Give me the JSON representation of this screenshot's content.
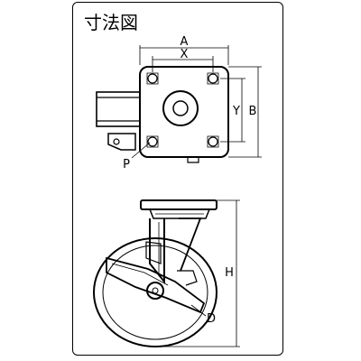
{
  "title": "寸法図",
  "labels": {
    "A": "A",
    "X": "X",
    "Y": "Y",
    "B": "B",
    "P": "P",
    "H": "H",
    "D": "D"
  }
}
